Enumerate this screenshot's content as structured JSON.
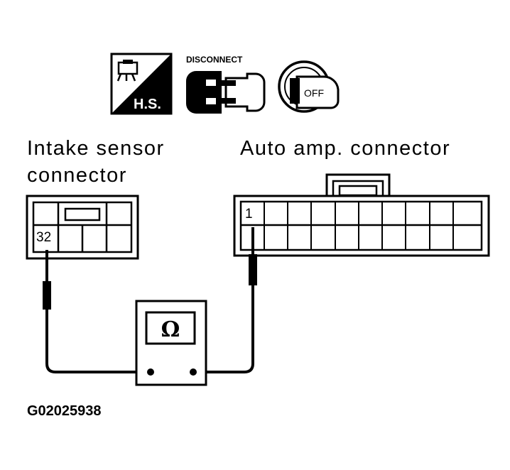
{
  "icons": {
    "hs_badge": "H.S.",
    "disconnect": "DISCONNECT",
    "ignition_key": "OFF"
  },
  "intake_connector": {
    "label_line1": "Intake sensor",
    "label_line2": "connector",
    "pin": "32"
  },
  "auto_amp_connector": {
    "label": "Auto amp. connector",
    "pin": "1"
  },
  "ohmmeter": {
    "symbol": "Ω"
  },
  "figure_code": "G02025938"
}
